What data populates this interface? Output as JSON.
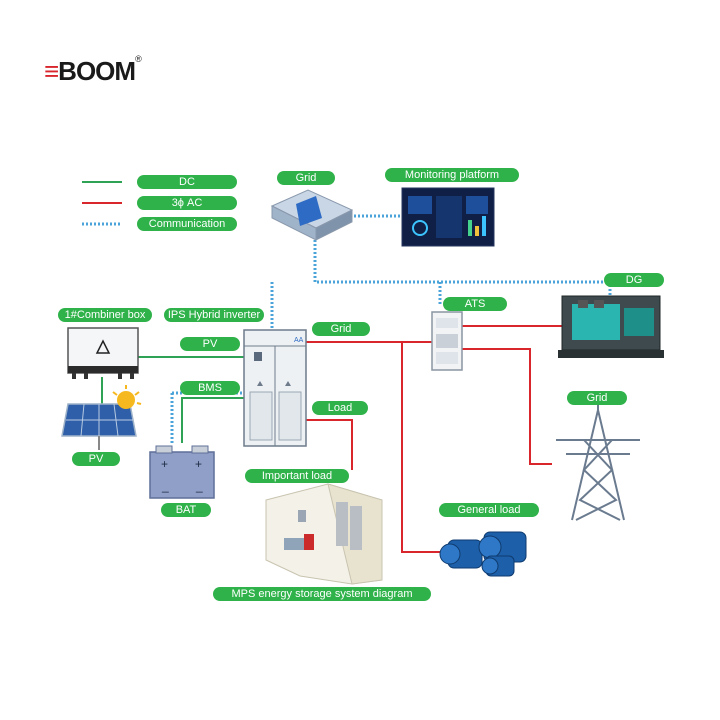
{
  "brand": {
    "logo_text": "BOOM",
    "registered": "®"
  },
  "legend": {
    "dc": "DC",
    "ac": "3ϕ AC",
    "comm": "Communication"
  },
  "labels": {
    "grid_top": "Grid",
    "monitoring": "Monitoring platform",
    "combiner": "1#Combiner box",
    "inverter": "IPS Hybrid inverter",
    "pv_link": "PV",
    "grid_link": "Grid",
    "ats": "ATS",
    "dg": "DG",
    "bms": "BMS",
    "load": "Load",
    "grid_tower": "Grid",
    "pv_panel": "PV",
    "important_load": "Important load",
    "bat": "BAT",
    "general_load": "General load",
    "caption": "MPS energy storage system diagram"
  },
  "colors": {
    "dc_line": "#2fa355",
    "ac_line": "#d8262c",
    "comm_line": "#4aa3d9",
    "pill": "#2fb24a"
  },
  "icons": [
    "grid-gateway-icon",
    "monitor-screen-icon",
    "combiner-box-icon",
    "solar-panel-icon",
    "sun-icon",
    "inverter-cabinet-icon",
    "ats-switch-icon",
    "diesel-generator-icon",
    "transmission-tower-icon",
    "battery-icon",
    "important-load-room-icon",
    "electric-motor-icon"
  ]
}
